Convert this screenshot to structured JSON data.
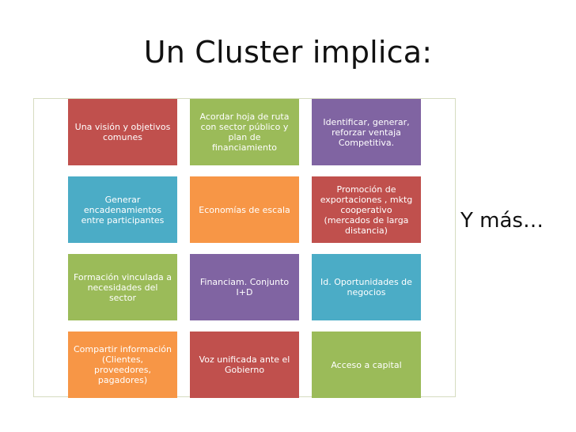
{
  "slide": {
    "title": "Un Cluster implica:",
    "side_note": "Y más…"
  },
  "colors": {
    "red": "#c0504d",
    "green": "#9bbb59",
    "purple": "#8064a2",
    "blue": "#4bacc6",
    "orange": "#f79646"
  },
  "tiles": [
    {
      "text": "Una visión y objetivos comunes",
      "color": "red"
    },
    {
      "text": "Acordar hoja de ruta con sector público y plan de financiamiento",
      "color": "green"
    },
    {
      "text": "Identificar, generar, reforzar ventaja Competitiva.",
      "color": "purple"
    },
    {
      "text": "Generar encadenamientos entre participantes",
      "color": "blue"
    },
    {
      "text": "Economías de escala",
      "color": "orange"
    },
    {
      "text": "Promoción de exportaciones , mktg cooperativo (mercados de larga distancia)",
      "color": "red"
    },
    {
      "text": "Formación vinculada a necesidades del sector",
      "color": "green"
    },
    {
      "text": "Financiam. Conjunto I+D",
      "color": "purple"
    },
    {
      "text": "Id. Oportunidades de negocios",
      "color": "blue"
    },
    {
      "text": "Compartir información (Clientes, proveedores, pagadores)",
      "color": "orange"
    },
    {
      "text": "Voz unificada ante el Gobierno",
      "color": "red"
    },
    {
      "text": "Acceso a capital",
      "color": "green"
    }
  ]
}
